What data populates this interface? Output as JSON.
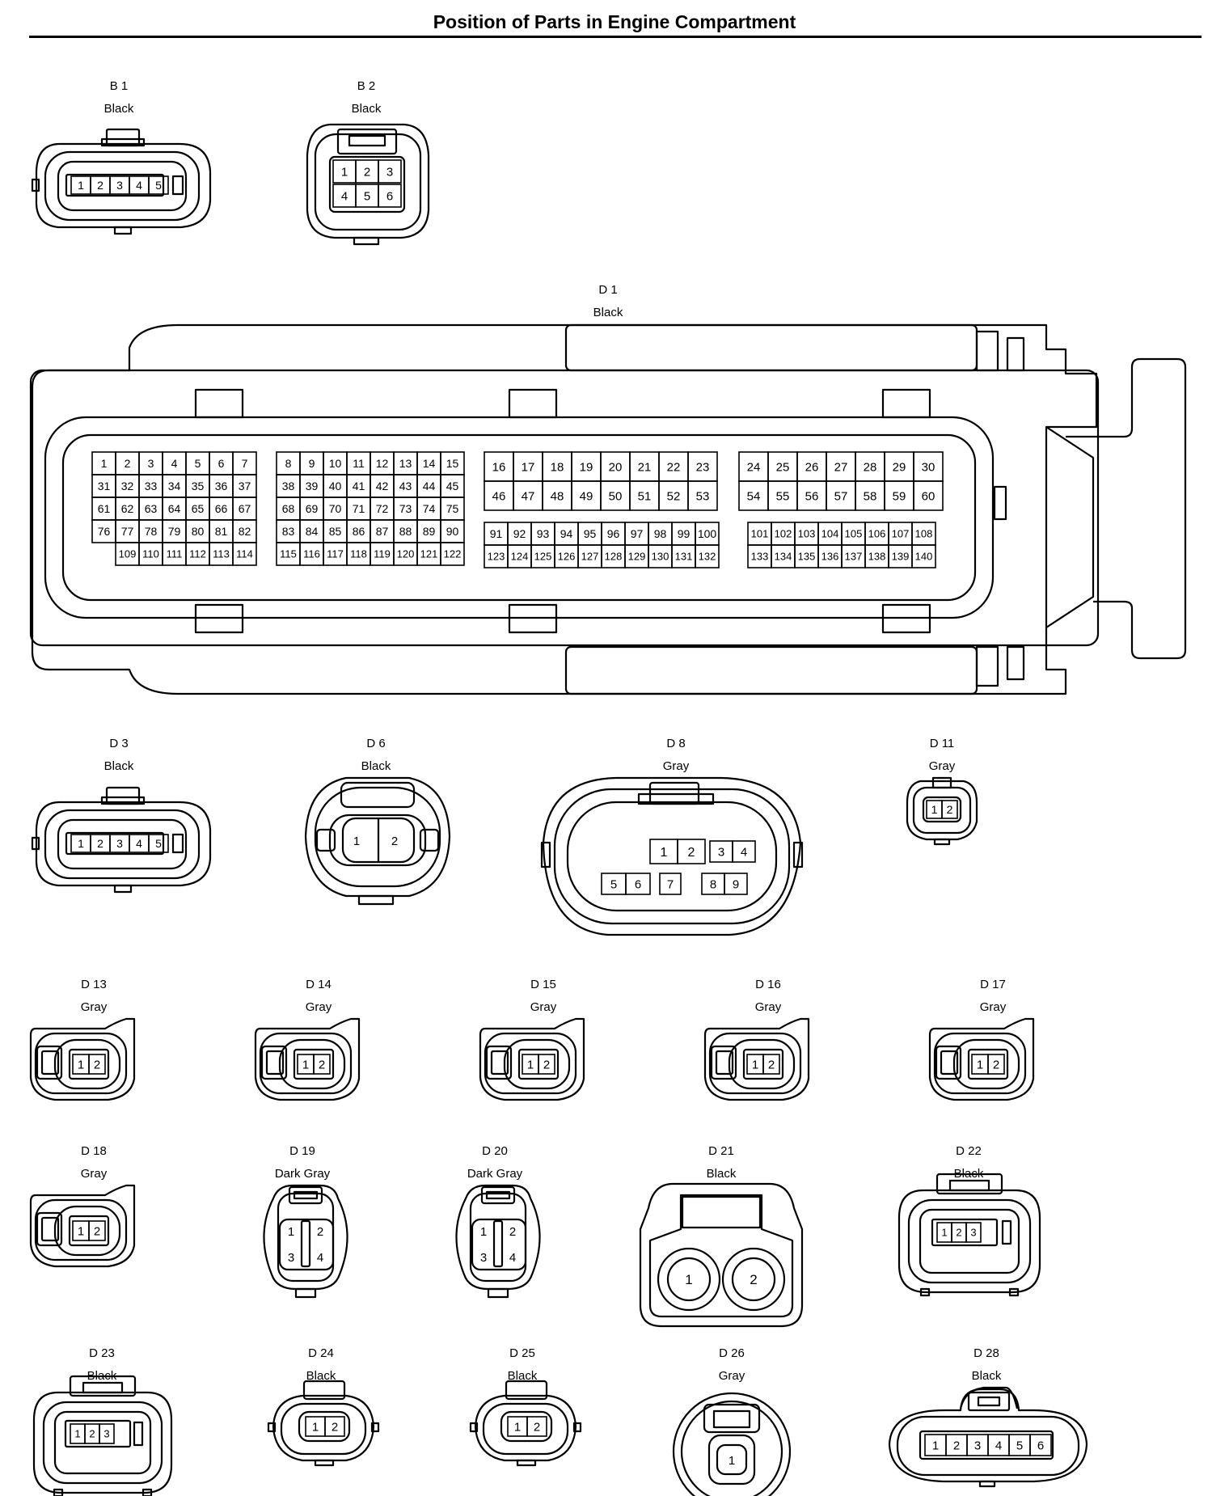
{
  "title": "Position of Parts in Engine Compartment",
  "connectors": [
    {
      "id": "B 1",
      "color": "Black"
    },
    {
      "id": "B 2",
      "color": "Black"
    },
    {
      "id": "D 1",
      "color": "Black"
    },
    {
      "id": "D 3",
      "color": "Black"
    },
    {
      "id": "D 6",
      "color": "Black"
    },
    {
      "id": "D 8",
      "color": "Gray"
    },
    {
      "id": "D 11",
      "color": "Gray"
    },
    {
      "id": "D 13",
      "color": "Gray"
    },
    {
      "id": "D 14",
      "color": "Gray"
    },
    {
      "id": "D 15",
      "color": "Gray"
    },
    {
      "id": "D 16",
      "color": "Gray"
    },
    {
      "id": "D 17",
      "color": "Gray"
    },
    {
      "id": "D 18",
      "color": "Gray"
    },
    {
      "id": "D 19",
      "color": "Dark Gray"
    },
    {
      "id": "D 20",
      "color": "Dark Gray"
    },
    {
      "id": "D 21",
      "color": "Black"
    },
    {
      "id": "D 22",
      "color": "Black"
    },
    {
      "id": "D 23",
      "color": "Black"
    },
    {
      "id": "D 24",
      "color": "Black"
    },
    {
      "id": "D 25",
      "color": "Black"
    },
    {
      "id": "D 26",
      "color": "Gray"
    },
    {
      "id": "D 28",
      "color": "Black"
    }
  ]
}
